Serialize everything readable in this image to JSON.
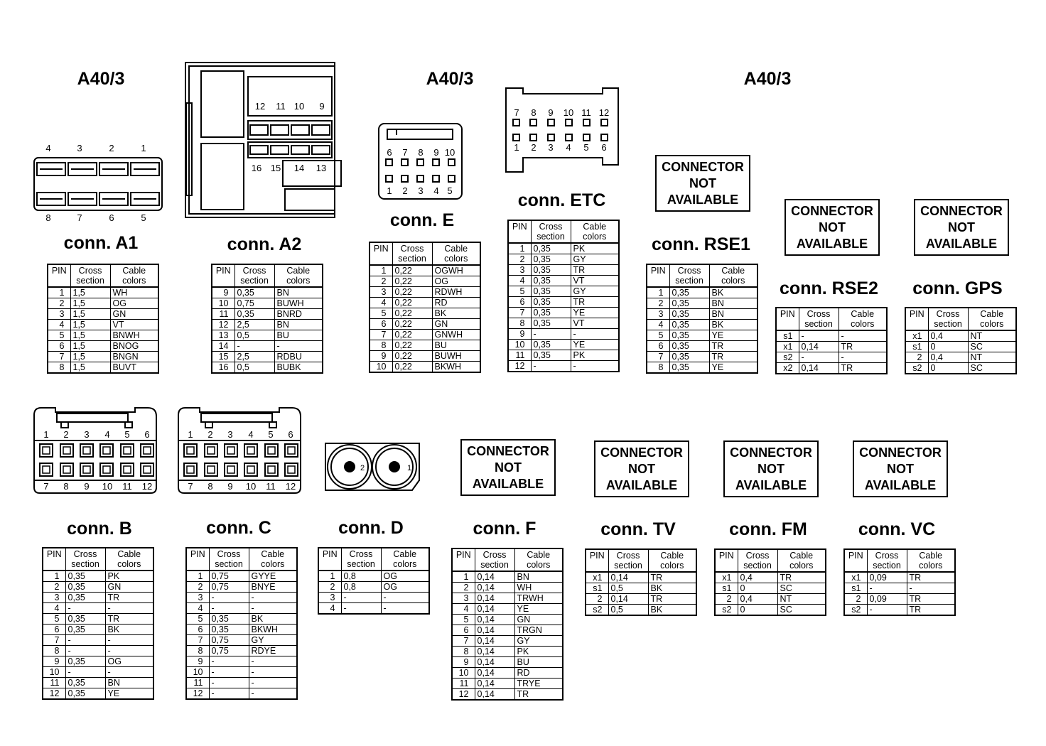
{
  "headers": [
    "A40/3",
    "A40/3",
    "A40/3"
  ],
  "not_available_text": [
    "CONNECTOR",
    "NOT",
    "AVAILABLE"
  ],
  "col_headers": [
    "PIN",
    "Cross section",
    "Cable colors"
  ],
  "connectors": {
    "A1": {
      "title": "conn. A1",
      "rows": [
        [
          "1",
          "1,5",
          "WH"
        ],
        [
          "2",
          "1,5",
          "OG"
        ],
        [
          "3",
          "1,5",
          "GN"
        ],
        [
          "4",
          "1,5",
          "VT"
        ],
        [
          "5",
          "1,5",
          "BNWH"
        ],
        [
          "6",
          "1,5",
          "BNOG"
        ],
        [
          "7",
          "1,5",
          "BNGN"
        ],
        [
          "8",
          "1,5",
          "BUVT"
        ]
      ]
    },
    "A2": {
      "title": "conn. A2",
      "rows": [
        [
          "9",
          "0,35",
          "BN"
        ],
        [
          "10",
          "0,75",
          "BUWH"
        ],
        [
          "11",
          "0,35",
          "BNRD"
        ],
        [
          "12",
          "2,5",
          "BN"
        ],
        [
          "13",
          "0,5",
          "BU"
        ],
        [
          "14",
          "-",
          "-"
        ],
        [
          "15",
          "2,5",
          "RDBU"
        ],
        [
          "16",
          "0,5",
          "BUBK"
        ]
      ]
    },
    "E": {
      "title": "conn. E",
      "rows": [
        [
          "1",
          "0,22",
          "OGWH"
        ],
        [
          "2",
          "0,22",
          "OG"
        ],
        [
          "3",
          "0,22",
          "RDWH"
        ],
        [
          "4",
          "0,22",
          "RD"
        ],
        [
          "5",
          "0,22",
          "BK"
        ],
        [
          "6",
          "0,22",
          "GN"
        ],
        [
          "7",
          "0,22",
          "GNWH"
        ],
        [
          "8",
          "0,22",
          "BU"
        ],
        [
          "9",
          "0,22",
          "BUWH"
        ],
        [
          "10",
          "0,22",
          "BKWH"
        ]
      ]
    },
    "ETC": {
      "title": "conn. ETC",
      "rows": [
        [
          "1",
          "0,35",
          "PK"
        ],
        [
          "2",
          "0,35",
          "GY"
        ],
        [
          "3",
          "0,35",
          "TR"
        ],
        [
          "4",
          "0,35",
          "VT"
        ],
        [
          "5",
          "0,35",
          "GY"
        ],
        [
          "6",
          "0,35",
          "TR"
        ],
        [
          "7",
          "0,35",
          "YE"
        ],
        [
          "8",
          "0,35",
          "VT"
        ],
        [
          "9",
          "-",
          "-"
        ],
        [
          "10",
          "0,35",
          "YE"
        ],
        [
          "11",
          "0,35",
          "PK"
        ],
        [
          "12",
          "-",
          "-"
        ]
      ]
    },
    "RSE1": {
      "title": "conn. RSE1",
      "rows": [
        [
          "1",
          "0,35",
          "BK"
        ],
        [
          "2",
          "0,35",
          "BN"
        ],
        [
          "3",
          "0,35",
          "BN"
        ],
        [
          "4",
          "0,35",
          "BK"
        ],
        [
          "5",
          "0,35",
          "YE"
        ],
        [
          "6",
          "0,35",
          "TR"
        ],
        [
          "7",
          "0,35",
          "TR"
        ],
        [
          "8",
          "0,35",
          "YE"
        ]
      ]
    },
    "RSE2": {
      "title": "conn. RSE2",
      "rows": [
        [
          "s1",
          "-",
          "-"
        ],
        [
          "x1",
          "0,14",
          "TR"
        ],
        [
          "s2",
          "-",
          "-"
        ],
        [
          "x2",
          "0,14",
          "TR"
        ]
      ]
    },
    "GPS": {
      "title": "conn. GPS",
      "rows": [
        [
          "x1",
          "0,4",
          "NT"
        ],
        [
          "s1",
          "0",
          "SC"
        ],
        [
          "2",
          "0,4",
          "NT"
        ],
        [
          "s2",
          "0",
          "SC"
        ]
      ]
    },
    "B": {
      "title": "conn. B",
      "rows": [
        [
          "1",
          "0,35",
          "PK"
        ],
        [
          "2",
          "0,35",
          "GN"
        ],
        [
          "3",
          "0,35",
          "TR"
        ],
        [
          "4",
          "-",
          "-"
        ],
        [
          "5",
          "0,35",
          "TR"
        ],
        [
          "6",
          "0,35",
          "BK"
        ],
        [
          "7",
          "-",
          "-"
        ],
        [
          "8",
          "-",
          "-"
        ],
        [
          "9",
          "0,35",
          "OG"
        ],
        [
          "10",
          "-",
          "-"
        ],
        [
          "11",
          "0,35",
          "BN"
        ],
        [
          "12",
          "0,35",
          "YE"
        ]
      ]
    },
    "C": {
      "title": "conn. C",
      "rows": [
        [
          "1",
          "0,75",
          "GYYE"
        ],
        [
          "2",
          "0,75",
          "BNYE"
        ],
        [
          "3",
          "-",
          "-"
        ],
        [
          "4",
          "-",
          "-"
        ],
        [
          "5",
          "0,35",
          "BK"
        ],
        [
          "6",
          "0,35",
          "BKWH"
        ],
        [
          "7",
          "0,75",
          "GY"
        ],
        [
          "8",
          "0,75",
          "RDYE"
        ],
        [
          "9",
          "-",
          "-"
        ],
        [
          "10",
          "-",
          "-"
        ],
        [
          "11",
          "-",
          "-"
        ],
        [
          "12",
          "-",
          "-"
        ]
      ]
    },
    "D": {
      "title": "conn. D",
      "rows": [
        [
          "1",
          "0,8",
          "OG"
        ],
        [
          "2",
          "0,8",
          "OG"
        ],
        [
          "3",
          "-",
          "-"
        ],
        [
          "4",
          "-",
          "-"
        ]
      ]
    },
    "F": {
      "title": "conn. F",
      "rows": [
        [
          "1",
          "0,14",
          "BN"
        ],
        [
          "2",
          "0,14",
          "WH"
        ],
        [
          "3",
          "0,14",
          "TRWH"
        ],
        [
          "4",
          "0,14",
          "YE"
        ],
        [
          "5",
          "0,14",
          "GN"
        ],
        [
          "6",
          "0,14",
          "TRGN"
        ],
        [
          "7",
          "0,14",
          "GY"
        ],
        [
          "8",
          "0,14",
          "PK"
        ],
        [
          "9",
          "0,14",
          "BU"
        ],
        [
          "10",
          "0,14",
          "RD"
        ],
        [
          "11",
          "0,14",
          "TRYE"
        ],
        [
          "12",
          "0,14",
          "TR"
        ]
      ]
    },
    "TV": {
      "title": "conn. TV",
      "rows": [
        [
          "x1",
          "0,14",
          "TR"
        ],
        [
          "s1",
          "0,5",
          "BK"
        ],
        [
          "2",
          "0,14",
          "TR"
        ],
        [
          "s2",
          "0,5",
          "BK"
        ]
      ]
    },
    "FM": {
      "title": "conn. FM",
      "rows": [
        [
          "x1",
          "0,4",
          "TR"
        ],
        [
          "s1",
          "0",
          "SC"
        ],
        [
          "2",
          "0,4",
          "NT"
        ],
        [
          "s2",
          "0",
          "SC"
        ]
      ]
    },
    "VC": {
      "title": "conn. VC",
      "rows": [
        [
          "x1",
          "0,09",
          "TR"
        ],
        [
          "s1",
          "-",
          "-"
        ],
        [
          "2",
          "0,09",
          "TR"
        ],
        [
          "s2",
          "-",
          "TR"
        ]
      ]
    }
  },
  "pin_labels": {
    "A1_top": [
      "4",
      "3",
      "2",
      "1"
    ],
    "A1_bottom": [
      "8",
      "7",
      "6",
      "5"
    ],
    "A2_top": [
      "12",
      "11",
      "10",
      "9"
    ],
    "A2_bottom": [
      "16",
      "15",
      "14",
      "13"
    ],
    "E_top": [
      "6",
      "7",
      "8",
      "9",
      "10"
    ],
    "E_bottom": [
      "1",
      "2",
      "3",
      "4",
      "5"
    ],
    "ETC_top": [
      "7",
      "8",
      "9",
      "10",
      "11",
      "12"
    ],
    "ETC_bottom": [
      "1",
      "2",
      "3",
      "4",
      "5",
      "6"
    ],
    "BC_top": [
      "1",
      "2",
      "3",
      "4",
      "5",
      "6"
    ],
    "BC_bottom": [
      "7",
      "8",
      "9",
      "10",
      "11",
      "12"
    ],
    "D": [
      "2",
      "1"
    ]
  }
}
